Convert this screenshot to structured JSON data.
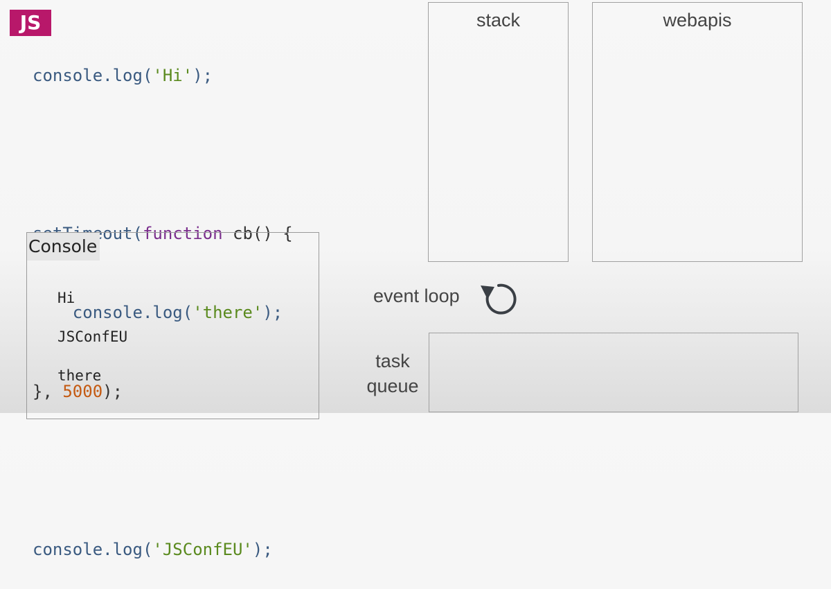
{
  "logo": {
    "text": "JS"
  },
  "code": {
    "line1": {
      "method": "console.log(",
      "arg": "'Hi'",
      "end": ");"
    },
    "line2": {
      "fn": "setTimeout(",
      "kw": "function",
      "rest": " cb() {"
    },
    "line3": {
      "indent": "    ",
      "method": "console.log(",
      "arg": "'there'",
      "end": ");"
    },
    "line4": {
      "start": "}, ",
      "num": "5000",
      "end": ");"
    },
    "line5": {
      "method": "console.log(",
      "arg": "'JSConfEU'",
      "end": ");"
    }
  },
  "console": {
    "title": "Console",
    "lines": [
      "Hi",
      "JSConfEU",
      "there"
    ]
  },
  "panels": {
    "stack": "stack",
    "webapis": "webapis",
    "event_loop": "event loop",
    "task_queue_line1": "task",
    "task_queue_line2": "queue"
  }
}
